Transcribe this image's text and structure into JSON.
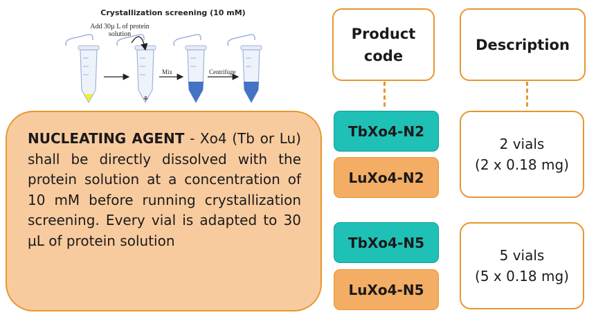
{
  "workflow": {
    "title": "Crystallization screening (10 mM)",
    "add_note": "Add 30µ L of protein solution",
    "mix_label": "Mix",
    "centrifuge_label": "Centrifuge",
    "colors": {
      "powder": "#f3ef2a",
      "solution": "#4472c4",
      "tube": "#b8c8e8"
    }
  },
  "headers": {
    "product_code": "Product code",
    "description": "Description"
  },
  "agent": {
    "title": "NUCLEATING AGENT",
    "body": " - Xo4 (Tb or Lu) shall be directly dissolved with the protein solution at a concentration of 10 mM before running crystallization screening. Every vial is adapted to 30 µL of protein solution"
  },
  "products": {
    "tb_n2": "TbXo4-N2",
    "lu_n2": "LuXo4-N2",
    "tb_n5": "TbXo4-N5",
    "lu_n5": "LuXo4-N5"
  },
  "descriptions": {
    "n2": {
      "line1": "2 vials",
      "line2": "(2 x 0.18 mg)"
    },
    "n5": {
      "line1": "5 vials",
      "line2": "(5 x 0.18 mg)"
    }
  },
  "colors": {
    "accent_orange": "#e8962e",
    "panel_fill": "#f8cb9f",
    "teal": "#1fc0b6",
    "orange_pill": "#f3ad65"
  }
}
